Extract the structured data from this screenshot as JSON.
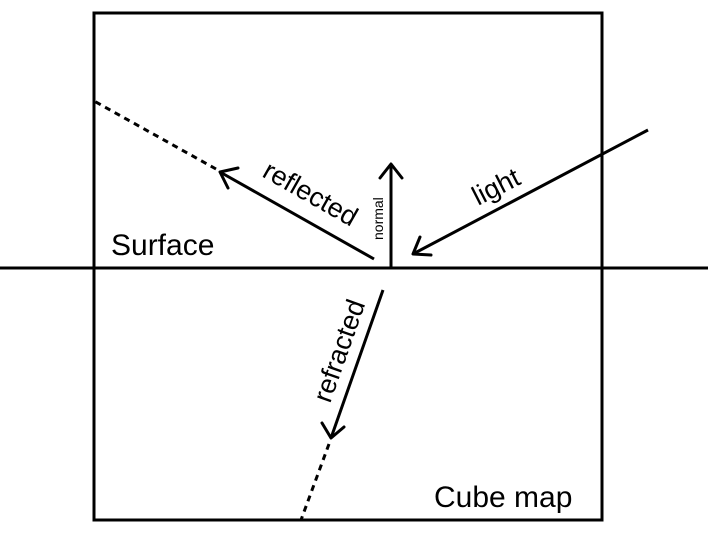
{
  "diagram": {
    "labels": {
      "surface": "Surface",
      "cube_map": "Cube map",
      "light": "light",
      "normal": "normal",
      "reflected": "reflected",
      "refracted": "refracted"
    },
    "colors": {
      "stroke": "#000000",
      "background": "#ffffff"
    }
  }
}
